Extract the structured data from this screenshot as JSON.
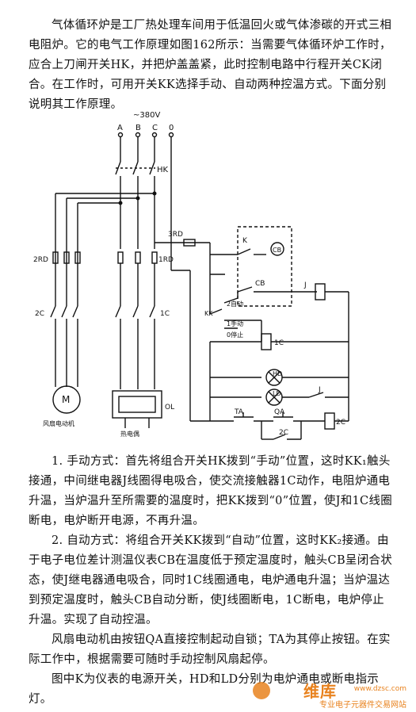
{
  "text": {
    "intro": "气体循环炉是工厂热处理车间用于低温回火或气体渗碳的开式三相电阻炉。它的电气工作原理如图162所示：当需要气体循环炉工作时，应合上刀闸开关HK，并把炉盖盖紧，此时控制电路中行程开关CK闭合。在工作时，可用开关KK选择手动、自动两种控温方式。下面分别说明其工作原理。",
    "manual": "1. 手动方式：首先将组合开关HK拨到“手动”位置，这时KK₁触头接通，中间继电器J线圈得电吸合，使交流接触器1C动作，电阻炉通电升温，当炉温升至所需要的温度时，把KK拨到“0”位置，使J和1C线圈断电，电炉断开电源，不再升温。",
    "auto": "2. 自动方式：将组合开关KK拨到“自动”位置，这时KK₂接通。由于电子电位差计测温仪表CB在温度低于预定温度时，触头CB呈闭合状态，使J继电器通电吸合，同时1C线圈通电，电炉通电升温；当炉温达到预定温度时，触头CB自动分断，使J线圈断电，1C断电，电炉停止升温。实现了自动控温。",
    "fan": "风扇电动机由按钮QA直接控制起动自锁；TA为其停止按钮。在实际工作中，根据需要可随时手动控制风扇起停。",
    "note": "图中K为仪表的电源开关，HD和LD分别为电炉通电或断电指示灯。"
  },
  "diagram": {
    "supply": "~380V",
    "phases": [
      "A",
      "B",
      "C",
      "0"
    ],
    "labels": {
      "hk": "HK",
      "fuse_3rd": "3RD",
      "fuse_2rd": "2RD",
      "fuse_1rd": "1RD",
      "k": "K",
      "cb_meter": "CB",
      "cb_contact": "CB",
      "relay_j": "J",
      "kk": "KK",
      "auto": "2自动",
      "manual": "1手动",
      "zero": "0停止",
      "coil_1c": "1C",
      "lamp_hd": "HD",
      "lamp_ld": "LD",
      "contact_j": "J",
      "ta": "TA",
      "qa": "QA",
      "coil_2c": "2C",
      "contact_2c": "2C",
      "c2_main": "2C",
      "c1_main": "1C",
      "ol": "OL",
      "motor": "M",
      "motor_caption": "风扇电动机",
      "furnace_caption": "热电偶"
    }
  },
  "watermark": {
    "logo": "维库",
    "url": "www.dzsc.com",
    "slogan": "专业电子元器件交易网站"
  },
  "colors": {
    "text": "#111111",
    "watermark": "#e8821e"
  }
}
